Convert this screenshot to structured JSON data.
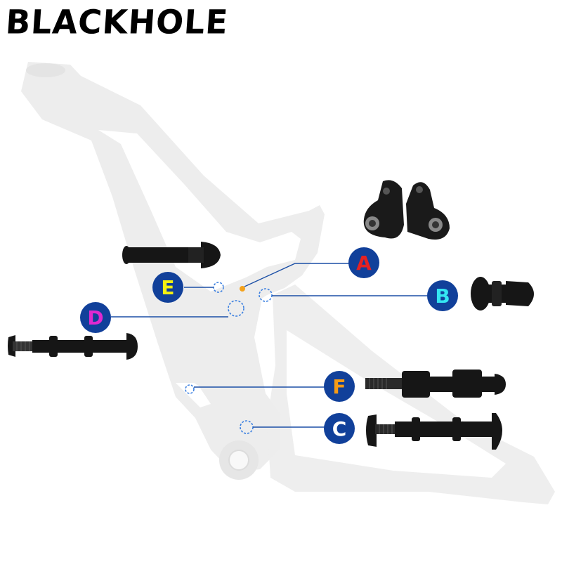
{
  "brand": {
    "logo_text": "BLACKHOLE"
  },
  "colors": {
    "frame": "#ededed",
    "frame_edge": "#e2e2e2",
    "badge_fill": "#11409a",
    "leader_line": "#1b4fa6",
    "pivot_circle": "#3a7fe0",
    "pivot_dot": "#f4a21c",
    "hardware": "#161616"
  },
  "callouts": [
    {
      "letter": "A",
      "color": "#e52222",
      "part": "pivot-dot-orange"
    },
    {
      "letter": "B",
      "color": "#34e5f2",
      "part": "shock-mount-bolt"
    },
    {
      "letter": "C",
      "color": "#ffffff",
      "part": "main-pivot-axle"
    },
    {
      "letter": "D",
      "color": "#e029d0",
      "part": "long-pivot-axle"
    },
    {
      "letter": "E",
      "color": "#f4f011",
      "part": "short-pivot-bolt"
    },
    {
      "letter": "F",
      "color": "#f59b16",
      "part": "spacer-pivot-axle"
    }
  ],
  "icons": [
    "rocker-link-icon"
  ]
}
